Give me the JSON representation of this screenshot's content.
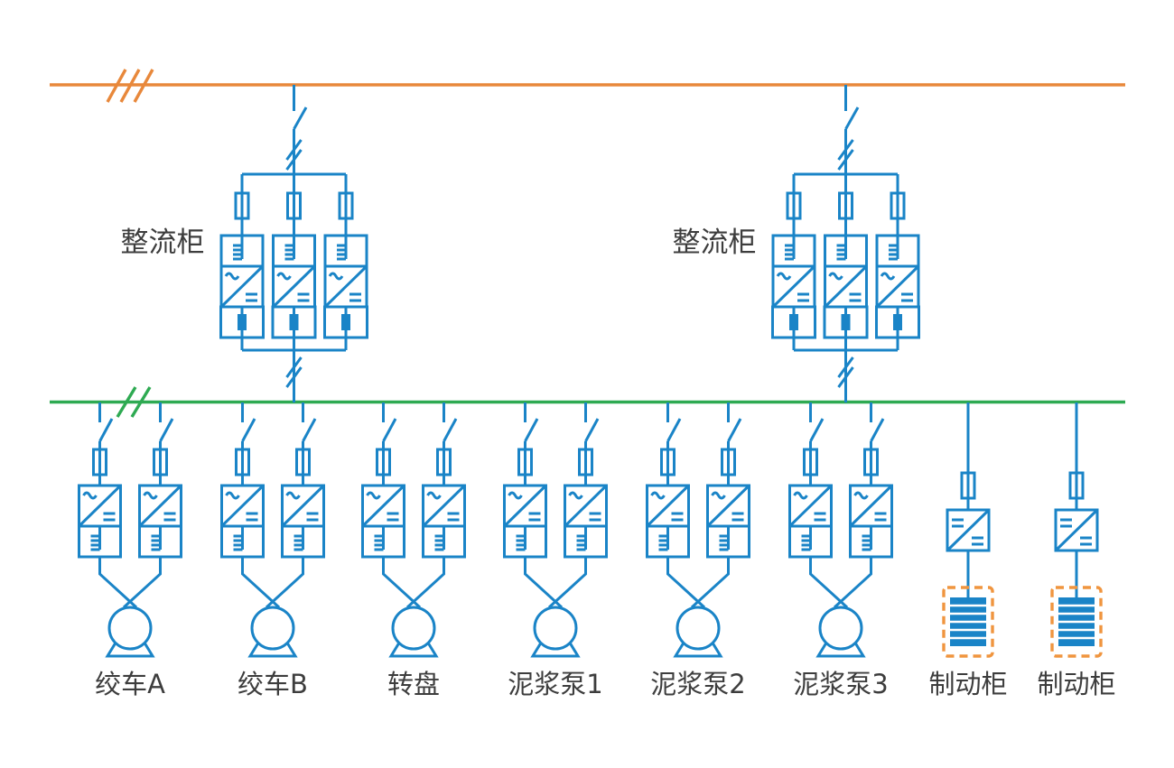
{
  "colors": {
    "ac_bus": "#E8883B",
    "dc_bus": "#2EAA52",
    "circuit": "#1A84C7",
    "brake_box_outline": "#F0953F",
    "brake_resistor_fill": "#1A84C7",
    "label_text": "#3D3D3D",
    "background": "#FFFFFF"
  },
  "diagram": {
    "ac_bus": {
      "phase_slash_count": 3
    },
    "dc_bus": {
      "phase_slash_count": 2
    },
    "rectifiers": [
      {
        "label": "整流柜",
        "parallel_units": 3
      },
      {
        "label": "整流柜",
        "parallel_units": 3
      }
    ],
    "drives": [
      {
        "label": "绞车A",
        "inverter_count": 2
      },
      {
        "label": "绞车B",
        "inverter_count": 2
      },
      {
        "label": "转盘",
        "inverter_count": 2
      },
      {
        "label": "泥浆泵1",
        "inverter_count": 2
      },
      {
        "label": "泥浆泵2",
        "inverter_count": 2
      },
      {
        "label": "泥浆泵3",
        "inverter_count": 2
      }
    ],
    "brake_units": [
      {
        "label": "制动柜"
      },
      {
        "label": "制动柜"
      }
    ],
    "icons": {
      "rectifier_unit_stack": [
        "fuse-icon",
        "choke-coil-icon",
        "ac-dc-converter-icon",
        "dc-fuse-icon"
      ],
      "drive_feeder_stack": [
        "disconnector-switch-icon",
        "fuse-icon",
        "ac-dc-converter-icon",
        "choke-coil-icon",
        "motor-icon"
      ],
      "brake_feeder_stack": [
        "fuse-icon",
        "dc-chopper-icon",
        "brake-resistor-icon"
      ]
    }
  }
}
